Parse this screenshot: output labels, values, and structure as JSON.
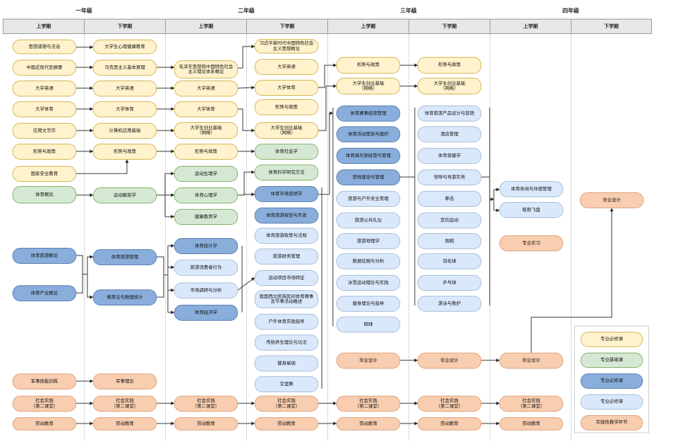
{
  "years": [
    "一年级",
    "二年级",
    "三年级",
    "四年级"
  ],
  "semesters": [
    "上学期",
    "下学期",
    "上学期",
    "下学期",
    "上学期",
    "下学期",
    "上学期",
    "下学期"
  ],
  "courses": [
    {
      "id": "y1a_1",
      "col": 0,
      "text": "思想道德与法治",
      "c": "y"
    },
    {
      "id": "y1a_2",
      "col": 0,
      "text": "中国近现代史纲要",
      "c": "y"
    },
    {
      "id": "y1a_3",
      "col": 0,
      "text": "大学英语",
      "c": "y"
    },
    {
      "id": "y1a_4",
      "col": 0,
      "text": "大学体育",
      "c": "y"
    },
    {
      "id": "y1a_5",
      "col": 0,
      "text": "应用文写作",
      "c": "y"
    },
    {
      "id": "y1a_6",
      "col": 0,
      "text": "形势与政策",
      "c": "y"
    },
    {
      "id": "y1a_7",
      "col": 0,
      "text": "国家安全教育",
      "c": "y"
    },
    {
      "id": "y1a_8",
      "col": 0,
      "text": "体育概论",
      "c": "g"
    },
    {
      "id": "y1a_9",
      "col": 0,
      "text": "体育旅游概论",
      "c": "b"
    },
    {
      "id": "y1a_10",
      "col": 0,
      "text": "体育产业概论",
      "c": "b"
    },
    {
      "id": "y1a_11",
      "col": 0,
      "text": "军事技能训练",
      "c": "o"
    },
    {
      "id": "y1a_12",
      "col": 0,
      "text": "社会实践\n（第二课堂）",
      "c": "o"
    },
    {
      "id": "y1a_13",
      "col": 0,
      "text": "劳动教育",
      "c": "o"
    },
    {
      "id": "y1b_1",
      "col": 1,
      "text": "大学生心理健康教育",
      "c": "y"
    },
    {
      "id": "y1b_2",
      "col": 1,
      "text": "马克思主义基本原理",
      "c": "y"
    },
    {
      "id": "y1b_3",
      "col": 1,
      "text": "大学英语",
      "c": "y"
    },
    {
      "id": "y1b_4",
      "col": 1,
      "text": "大学体育",
      "c": "y"
    },
    {
      "id": "y1b_5",
      "col": 1,
      "text": "计算机应用基础",
      "c": "y"
    },
    {
      "id": "y1b_6",
      "col": 1,
      "text": "形势与政策",
      "c": "y"
    },
    {
      "id": "y1b_7",
      "col": 1,
      "text": "运动解剖学",
      "c": "g"
    },
    {
      "id": "y1b_8",
      "col": 1,
      "text": "体育旅游管理",
      "c": "b"
    },
    {
      "id": "y1b_9",
      "col": 1,
      "text": "概率论与数理统计",
      "c": "b"
    },
    {
      "id": "y1b_10",
      "col": 1,
      "text": "军事理论",
      "c": "o"
    },
    {
      "id": "y1b_11",
      "col": 1,
      "text": "社会实践\n（第二课堂）",
      "c": "o"
    },
    {
      "id": "y1b_12",
      "col": 1,
      "text": "劳动教育",
      "c": "o"
    },
    {
      "id": "y2a_1",
      "col": 2,
      "text": "毛泽东思想和中国特色社会\n主义理论体系概论",
      "c": "y"
    },
    {
      "id": "y2a_2",
      "col": 2,
      "text": "大学英语",
      "c": "y"
    },
    {
      "id": "y2a_3",
      "col": 2,
      "text": "大学体育",
      "c": "y"
    },
    {
      "id": "y2a_4",
      "col": 2,
      "text": "大学生创业基础\n（网络）",
      "c": "y"
    },
    {
      "id": "y2a_5",
      "col": 2,
      "text": "形势与政策",
      "c": "y"
    },
    {
      "id": "y2a_6",
      "col": 2,
      "text": "运动生理学",
      "c": "g"
    },
    {
      "id": "y2a_7",
      "col": 2,
      "text": "体育心理学",
      "c": "g"
    },
    {
      "id": "y2a_8",
      "col": 2,
      "text": "健康教育学",
      "c": "g"
    },
    {
      "id": "y2a_9",
      "col": 2,
      "text": "体育统计学",
      "c": "b"
    },
    {
      "id": "y2a_10",
      "col": 2,
      "text": "旅游消费者行为",
      "c": "l"
    },
    {
      "id": "y2a_11",
      "col": 2,
      "text": "市场调研与分析",
      "c": "l"
    },
    {
      "id": "y2a_12",
      "col": 2,
      "text": "体育经济学",
      "c": "b"
    },
    {
      "id": "y2a_13",
      "col": 2,
      "text": "社会实践\n（第二课堂）",
      "c": "o"
    },
    {
      "id": "y2a_14",
      "col": 2,
      "text": "劳动教育",
      "c": "o"
    },
    {
      "id": "y2b_1",
      "col": 3,
      "text": "习近平新时代中国特色社会\n主义思想概论",
      "c": "y"
    },
    {
      "id": "y2b_2",
      "col": 3,
      "text": "大学英语",
      "c": "y"
    },
    {
      "id": "y2b_3",
      "col": 3,
      "text": "大学体育",
      "c": "y"
    },
    {
      "id": "y2b_4",
      "col": 3,
      "text": "形势与政策",
      "c": "y"
    },
    {
      "id": "y2b_5",
      "col": 3,
      "text": "大学生创业基础\n（网络）",
      "c": "y"
    },
    {
      "id": "y2b_6",
      "col": 3,
      "text": "体育社会学",
      "c": "g"
    },
    {
      "id": "y2b_7",
      "col": 3,
      "text": "体育科学研究方法",
      "c": "g"
    },
    {
      "id": "y2b_8",
      "col": 3,
      "text": "体育市场营销学",
      "c": "b"
    },
    {
      "id": "y2b_9",
      "col": 3,
      "text": "体育旅游规划与开发",
      "c": "b"
    },
    {
      "id": "y2b_10",
      "col": 3,
      "text": "体育旅游政策与法规",
      "c": "l"
    },
    {
      "id": "y2b_11",
      "col": 3,
      "text": "旅游财务管理",
      "c": "l"
    },
    {
      "id": "y2b_12",
      "col": 3,
      "text": "运动项目市场特征",
      "c": "l"
    },
    {
      "id": "y2b_13",
      "col": 3,
      "text": "我国西北民族民间体育赛事\n及节事活动概述",
      "c": "l"
    },
    {
      "id": "y2b_14",
      "col": 3,
      "text": "户外体育实践指导",
      "c": "l"
    },
    {
      "id": "y2b_15",
      "col": 3,
      "text": "传统养生理论与功法",
      "c": "l"
    },
    {
      "id": "y2b_16",
      "col": 3,
      "text": "健身瑜伽",
      "c": "l"
    },
    {
      "id": "y2b_17",
      "col": 3,
      "text": "交谊舞",
      "c": "l"
    },
    {
      "id": "y2b_18",
      "col": 3,
      "text": "社会实践\n（第二课堂）",
      "c": "o"
    },
    {
      "id": "y2b_19",
      "col": 3,
      "text": "劳动教育",
      "c": "o"
    },
    {
      "id": "y3a_1",
      "col": 4,
      "text": "形势与政策",
      "c": "y"
    },
    {
      "id": "y3a_2",
      "col": 4,
      "text": "大学生创业基础\n（网络）",
      "c": "y"
    },
    {
      "id": "y3a_3",
      "col": 4,
      "text": "体育赛事经营管理",
      "c": "b"
    },
    {
      "id": "y3a_4",
      "col": 4,
      "text": "体育活动策划与组织",
      "c": "b"
    },
    {
      "id": "y3a_5",
      "col": 4,
      "text": "体育俱乐部经营与管理",
      "c": "b"
    },
    {
      "id": "y3a_6",
      "col": 4,
      "text": "营地建设与管理",
      "c": "b"
    },
    {
      "id": "y3a_7",
      "col": 4,
      "text": "旅游与户外安全管理",
      "c": "l"
    },
    {
      "id": "y3a_8",
      "col": 4,
      "text": "旅游公共礼仪",
      "c": "l"
    },
    {
      "id": "y3a_9",
      "col": 4,
      "text": "旅游地理学",
      "c": "l"
    },
    {
      "id": "y3a_10",
      "col": 4,
      "text": "数据挖掘与分析",
      "c": "l"
    },
    {
      "id": "y3a_11",
      "col": 4,
      "text": "冰雪运动理论与实践",
      "c": "l"
    },
    {
      "id": "y3a_12",
      "col": 4,
      "text": "健身理论与指导",
      "c": "l"
    },
    {
      "id": "y3a_13",
      "col": 4,
      "text": "网球",
      "c": "l"
    },
    {
      "id": "y3a_14",
      "col": 4,
      "text": "毕业设计",
      "c": "o"
    },
    {
      "id": "y3a_15",
      "col": 4,
      "text": "社会实践\n（第二课堂）",
      "c": "o"
    },
    {
      "id": "y3a_16",
      "col": 4,
      "text": "劳动教育",
      "c": "o"
    },
    {
      "id": "y3b_1",
      "col": 5,
      "text": "形势与政策",
      "c": "y"
    },
    {
      "id": "y3b_2",
      "col": 5,
      "text": "大学生创业基础\n（网络）",
      "c": "y"
    },
    {
      "id": "y3b_3",
      "col": 5,
      "text": "体育旅游产品设计与营销",
      "c": "l"
    },
    {
      "id": "y3b_4",
      "col": 5,
      "text": "酒店管理",
      "c": "l"
    },
    {
      "id": "y3b_5",
      "col": 5,
      "text": "体育保健学",
      "c": "l"
    },
    {
      "id": "y3b_6",
      "col": 5,
      "text": "领导与导游实务",
      "c": "l"
    },
    {
      "id": "y3b_7",
      "col": 5,
      "text": "拳击",
      "c": "l"
    },
    {
      "id": "y3b_8",
      "col": 5,
      "text": "定向运动",
      "c": "l"
    },
    {
      "id": "y3b_9",
      "col": 5,
      "text": "围棋",
      "c": "l"
    },
    {
      "id": "y3b_10",
      "col": 5,
      "text": "羽毛球",
      "c": "l"
    },
    {
      "id": "y3b_11",
      "col": 5,
      "text": "乒乓球",
      "c": "l"
    },
    {
      "id": "y3b_12",
      "col": 5,
      "text": "游泳与救护",
      "c": "l"
    },
    {
      "id": "y3b_13",
      "col": 5,
      "text": "毕业设计",
      "c": "o"
    },
    {
      "id": "y3b_14",
      "col": 5,
      "text": "社会实践\n（第二课堂）",
      "c": "o"
    },
    {
      "id": "y3b_15",
      "col": 5,
      "text": "劳动教育",
      "c": "o"
    },
    {
      "id": "y4a_1",
      "col": 6,
      "text": "体育休闲与休憩管理",
      "c": "l"
    },
    {
      "id": "y4a_2",
      "col": 6,
      "text": "极限飞盘",
      "c": "l"
    },
    {
      "id": "y4a_3",
      "col": 6,
      "text": "专业实习",
      "c": "o"
    },
    {
      "id": "y4a_4",
      "col": 6,
      "text": "毕业设计",
      "c": "o"
    },
    {
      "id": "y4a_5",
      "col": 6,
      "text": "社会实践\n（第二课堂）",
      "c": "o"
    },
    {
      "id": "y4a_6",
      "col": 6,
      "text": "劳动教育",
      "c": "o"
    },
    {
      "id": "y4b_1",
      "col": 7,
      "text": "毕业设计",
      "c": "o"
    }
  ],
  "legend": [
    {
      "text": "专业必修课",
      "c": "y"
    },
    {
      "text": "专业基础课",
      "c": "g"
    },
    {
      "text": "专业必修课",
      "c": "b"
    },
    {
      "text": "专业必修课",
      "c": "l"
    },
    {
      "text": "实践性教学环节",
      "c": "o"
    }
  ]
}
